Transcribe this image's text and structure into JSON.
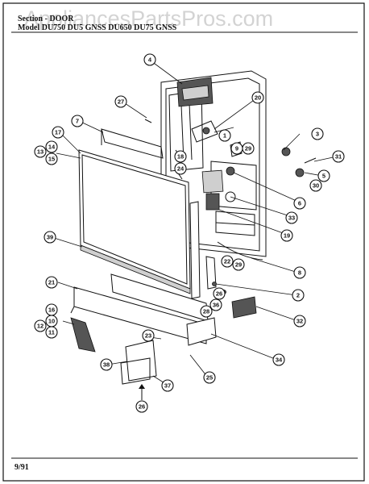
{
  "header": {
    "line1": "Section - DOOR",
    "line2": "Model DU750 DU5 GNSS DU650 DU75 GNSS"
  },
  "watermark": "AppliancesPartsPros.com",
  "footer": {
    "date": "9/91"
  },
  "callouts": [
    "4",
    "27",
    "20",
    "7",
    "17",
    "13",
    "14",
    "15",
    "1",
    "18",
    "24",
    "9",
    "29",
    "3",
    "31",
    "5",
    "30",
    "6",
    "33",
    "19",
    "39",
    "22",
    "29",
    "8",
    "21",
    "2",
    "26",
    "36",
    "28",
    "16",
    "12",
    "10",
    "11",
    "32",
    "23",
    "34",
    "38",
    "25",
    "37",
    "26"
  ]
}
